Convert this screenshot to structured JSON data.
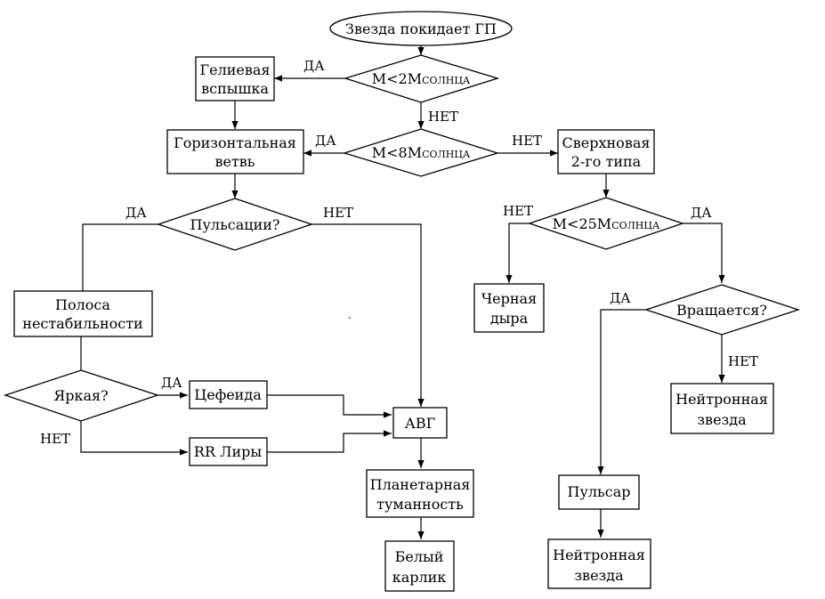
{
  "nodes": {
    "start": "Звезда покидает ГП",
    "helium_flash": [
      "Гелиевая",
      "вспышка"
    ],
    "horizontal_branch": [
      "Горизонтальная",
      "ветвь"
    ],
    "supernova": [
      "Сверхновая",
      "2-го типа"
    ],
    "instability_strip": [
      "Полоса",
      "нестабильности"
    ],
    "cepheid": "Цефеида",
    "rr_lyrae": "RR Лиры",
    "agb": "АВГ",
    "planetary_nebula": [
      "Планетарная",
      "туманность"
    ],
    "white_dwarf": [
      "Белый",
      "карлик"
    ],
    "black_hole": [
      "Черная",
      "дыра"
    ],
    "neutron_star_1": [
      "Нейтронная",
      "звезда"
    ],
    "pulsar": "Пульсар",
    "neutron_star_2": [
      "Нейтронная",
      "звезда"
    ]
  },
  "decisions": {
    "m2": {
      "main": "M<2M",
      "sub": "СОЛНЦА"
    },
    "m8": {
      "main": "M<8M",
      "sub": "СОЛНЦА"
    },
    "m25": {
      "main": "M<25M",
      "sub": "СОЛНЦА"
    },
    "pulsations": "Пульсации?",
    "bright": "Яркая?",
    "rotates": "Вращается?"
  },
  "edge_labels": {
    "yes": "ДА",
    "no": "НЕТ"
  }
}
